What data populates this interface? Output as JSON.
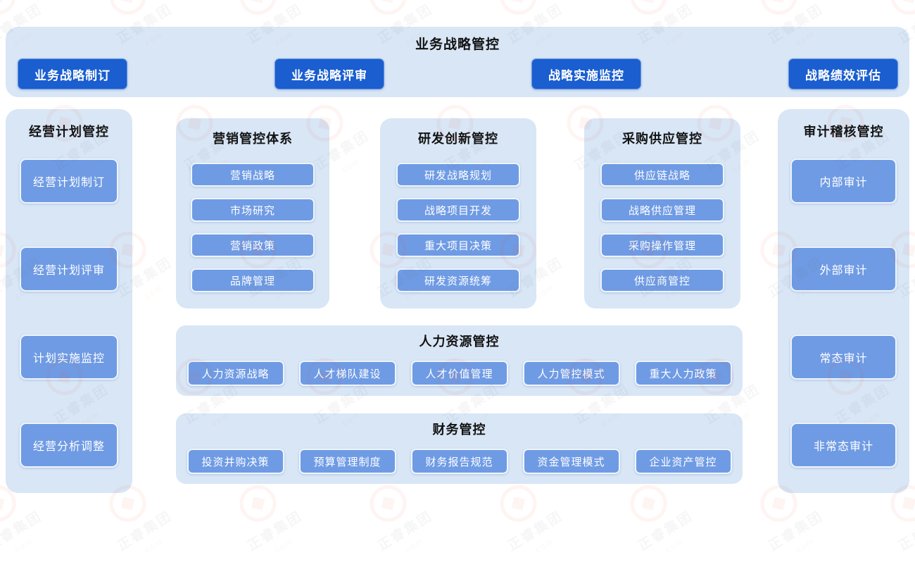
{
  "banner": {
    "title": "业务战略管控",
    "buttons": [
      "业务战略制订",
      "业务战略评审",
      "战略实施监控",
      "战略绩效评估"
    ]
  },
  "left_panel": {
    "title": "经营计划管控",
    "buttons": [
      "经营计划制订",
      "经营计划评审",
      "计划实施监控",
      "经营分析调整"
    ]
  },
  "marketing_panel": {
    "title": "营销管控体系",
    "buttons": [
      "营销战略",
      "市场研究",
      "营销政策",
      "品牌管理"
    ]
  },
  "rd_panel": {
    "title": "研发创新管控",
    "buttons": [
      "研发战略规划",
      "战略项目开发",
      "重大项目决策",
      "研发资源统筹"
    ]
  },
  "procurement_panel": {
    "title": "采购供应管控",
    "buttons": [
      "供应链战略",
      "战略供应管理",
      "采购操作管理",
      "供应商管控"
    ]
  },
  "hr_band": {
    "title": "人力资源管控",
    "buttons": [
      "人力资源战略",
      "人才梯队建设",
      "人才价值管理",
      "人力管控模式",
      "重大人力政策"
    ]
  },
  "finance_band": {
    "title": "财务管控",
    "buttons": [
      "投资并购决策",
      "预算管理制度",
      "财务报告规范",
      "资金管理模式",
      "企业资产管控"
    ]
  },
  "right_panel": {
    "title": "审计稽核管控",
    "buttons": [
      "内部审计",
      "外部审计",
      "常态审计",
      "非常态审计"
    ]
  },
  "watermark": {
    "cn_text": "正睿集团",
    "en_text": "com"
  },
  "colors": {
    "panel_bg": "#d8e6f6",
    "dark_button": "#1a5ed0",
    "medium_button": "#6f9be4",
    "watermark_red": "#e2503a"
  }
}
